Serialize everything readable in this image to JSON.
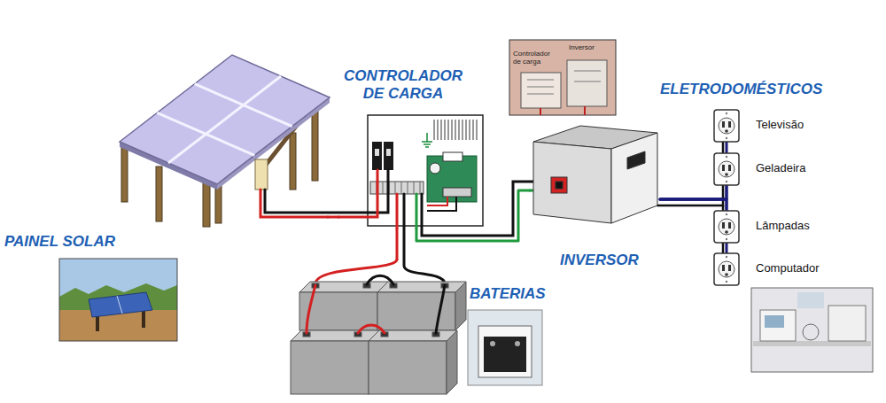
{
  "diagram": {
    "nodes": [
      {
        "text": [
          "PAINEL SOLAR"
        ]
      },
      {
        "text": [
          "CONTROLADOR DE CARGA"
        ]
      },
      {
        "text": [
          "BATERIAS"
        ]
      },
      {
        "text": [
          "INVERSOR"
        ]
      },
      {
        "text": [
          "Televisão"
        ]
      },
      {
        "text": [
          "Geladeira"
        ]
      },
      {
        "text": [
          "Lâmpadas"
        ]
      },
      {
        "text": [
          "Computador"
        ]
      }
    ],
    "edges": [
      {
        "from": 0,
        "to": 1,
        "arrow": "none"
      },
      {
        "from": 1,
        "to": 2,
        "arrow": "none"
      },
      {
        "from": 1,
        "to": 3,
        "arrow": "none"
      },
      {
        "from": 3,
        "to": 4,
        "arrow": "none"
      },
      {
        "from": 3,
        "to": 5,
        "arrow": "none"
      },
      {
        "from": 3,
        "to": 6,
        "arrow": "none"
      },
      {
        "from": 3,
        "to": 7,
        "arrow": "none"
      }
    ],
    "labels": [
      "ELETRODOMÉSTICOS",
      "Controlador de carga",
      "Inversor"
    ]
  }
}
